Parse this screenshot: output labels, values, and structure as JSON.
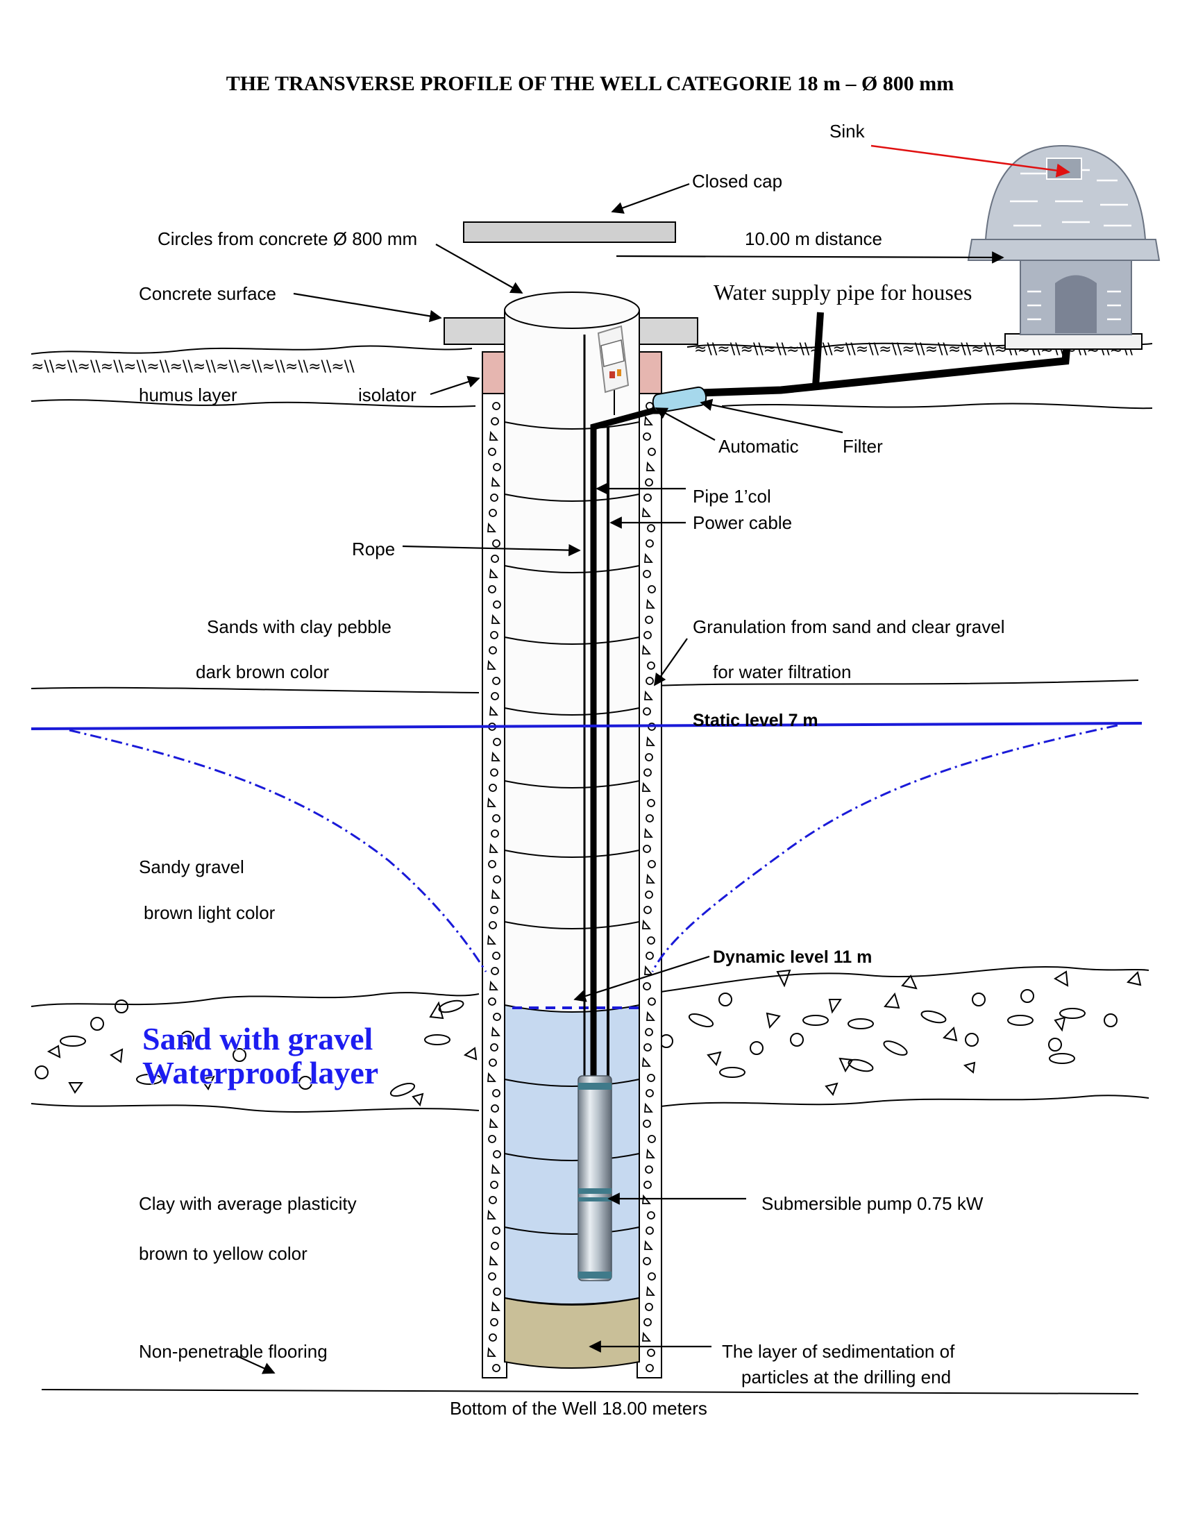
{
  "title": "THE TRANSVERSE PROFILE OF THE WELL CATEGORIE 18 m – Ø 800 mm",
  "labels": {
    "sink": "Sink",
    "closed_cap": "Closed cap",
    "circles": "Circles from concrete Ø 800 mm",
    "distance": "10.00 m distance",
    "concrete_surface": "Concrete surface",
    "water_supply": "Water supply pipe for houses",
    "humus": "humus layer",
    "isolator": "isolator",
    "automatic": "Automatic",
    "filter": "Filter",
    "pipe": "Pipe 1’col",
    "power_cable": "Power cable",
    "rope": "Rope",
    "sands_line1": "Sands with clay pebble",
    "sands_line2": "dark brown color",
    "granulation_line1": "Granulation from sand and clear gravel",
    "granulation_line2": "for water filtration",
    "static_level": "Static level 7 m",
    "sandy_gravel_line1": "Sandy gravel",
    "sandy_gravel_line2": "brown light color",
    "dynamic_level": "Dynamic level 11 m",
    "waterproof_line1": "Sand with gravel",
    "waterproof_line2": "Waterproof layer",
    "clay_line1": "Clay with average plasticity",
    "clay_line2": "brown to yellow color",
    "pump": "Submersible pump 0.75 kW",
    "flooring": "Non-penetrable flooring",
    "sediment_line1": "The layer of sedimentation of",
    "sediment_line2": "particles at the drilling end",
    "bottom": "Bottom of the Well 18.00 meters"
  },
  "colors": {
    "water_line": "#1a1ad8",
    "water_fill": "#c6d9f0",
    "sediment": "#c9bf98",
    "isolator": "#e6b6b0",
    "filter": "#a6d8ec",
    "pointer_red": "#e01010",
    "cap": "#d0d0d0"
  },
  "icons": [
    "sink-structure-icon",
    "automatic-control-box-icon",
    "submersible-pump-icon"
  ]
}
